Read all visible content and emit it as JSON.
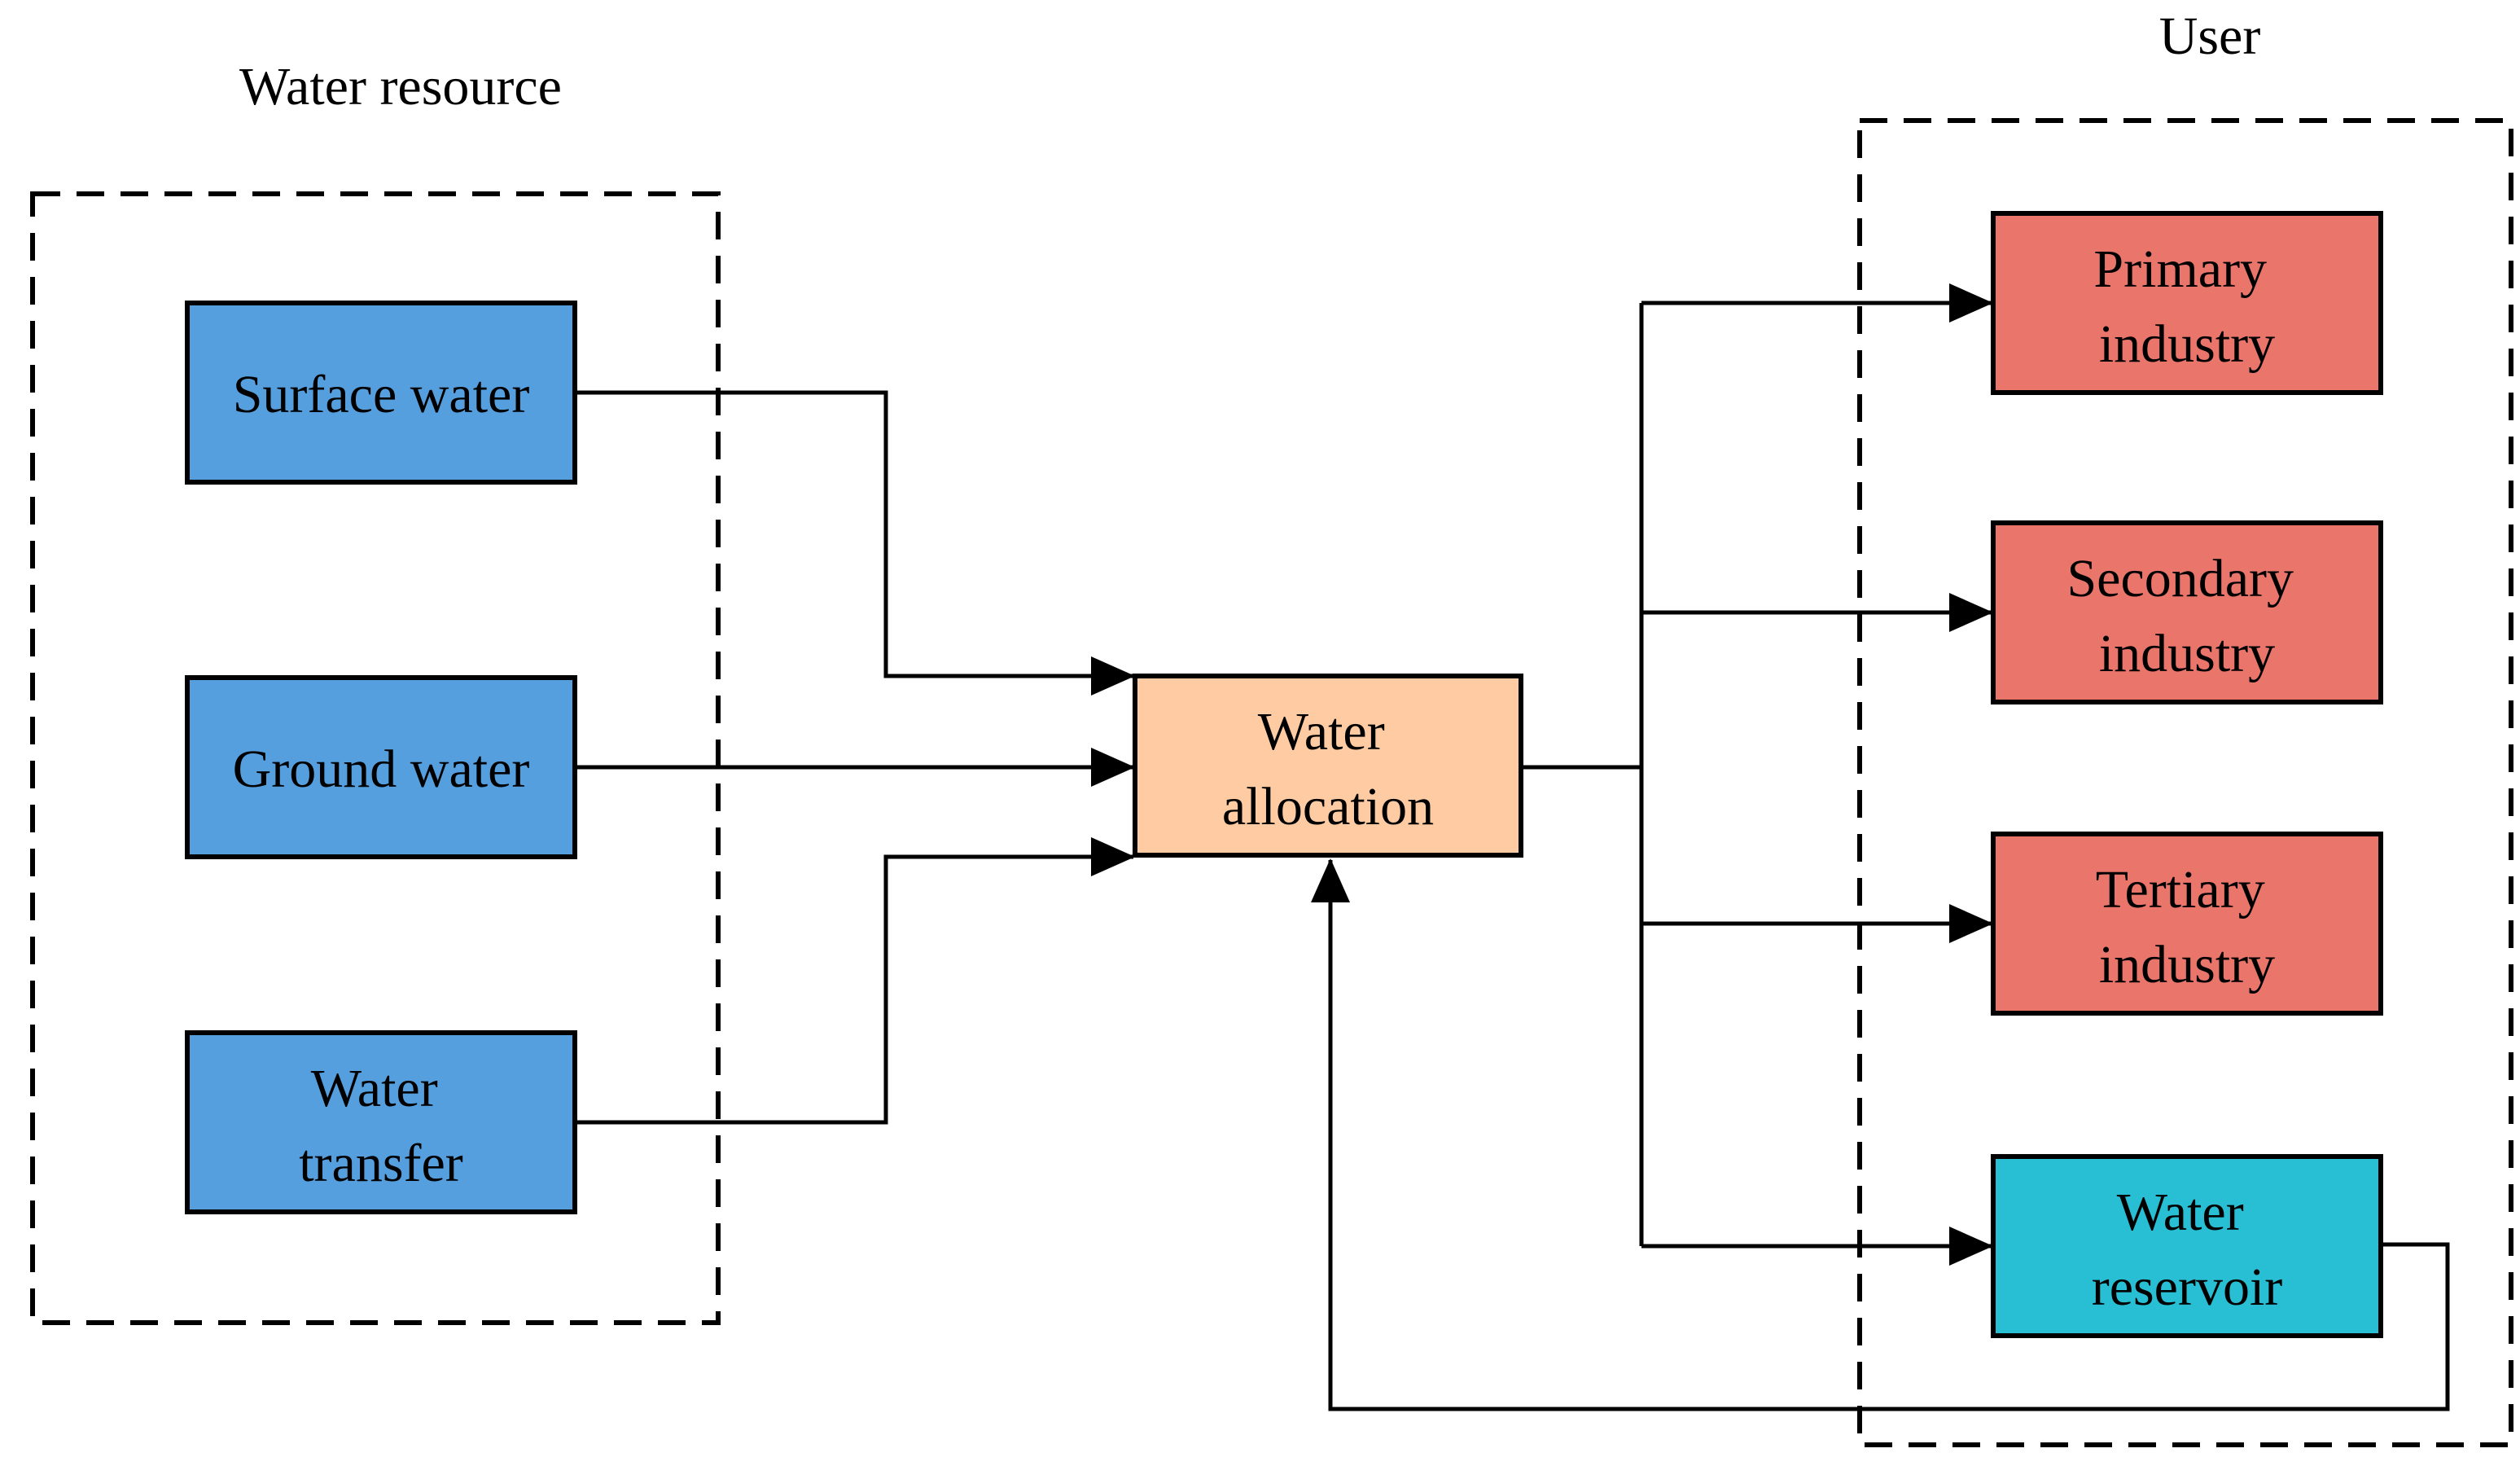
{
  "groups": {
    "water_resource": {
      "title": "Water resource"
    },
    "user": {
      "title": "User"
    }
  },
  "nodes": {
    "surface_water": {
      "lines": [
        "Surface water"
      ],
      "color": "#559FDF"
    },
    "ground_water": {
      "lines": [
        "Ground water"
      ],
      "color": "#559FDF"
    },
    "water_transfer": {
      "lines": [
        "Water",
        "transfer"
      ],
      "color": "#559FDF"
    },
    "water_allocation": {
      "lines": [
        "Water",
        "allocation"
      ],
      "color": "#FECBA3"
    },
    "primary_industry": {
      "lines": [
        "Primary",
        "industry"
      ],
      "color": "#E9756B"
    },
    "secondary_industry": {
      "lines": [
        "Secondary",
        "industry"
      ],
      "color": "#E9756B"
    },
    "tertiary_industry": {
      "lines": [
        "Tertiary",
        "industry"
      ],
      "color": "#E9756B"
    },
    "water_reservoir": {
      "lines": [
        "Water",
        "reservoir"
      ],
      "color": "#28BED3"
    }
  }
}
